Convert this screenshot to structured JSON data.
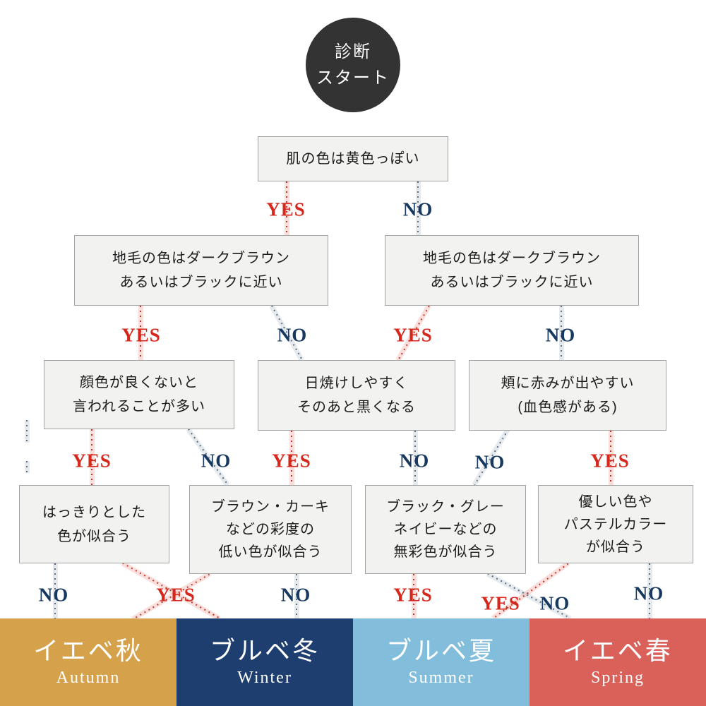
{
  "start": {
    "label": "診断\nスタート"
  },
  "labels": {
    "yes": "YES",
    "no": "NO"
  },
  "questions": {
    "q1": "肌の色は黄色っぽい",
    "q2_left": "地毛の色はダークブラウン\nあるいはブラックに近い",
    "q2_right": "地毛の色はダークブラウン\nあるいはブラックに近い",
    "q3_left": "顔色が良くないと\n言われることが多い",
    "q3_mid": "日焼けしやすく\nそのあと黒くなる",
    "q3_right": "頬に赤みが出やすい\n(血色感がある)",
    "q4_vivid": "はっきりとした\n色が似合う",
    "q4_brown": "ブラウン・カーキ\nなどの彩度の\n低い色が似合う",
    "q4_mono": "ブラック・グレー\nネイビーなどの\n無彩色が似合う",
    "q4_pastel": "優しい色や\nパステルカラー\nが似合う"
  },
  "results": [
    {
      "jp": "イエベ秋",
      "en": "Autumn",
      "color": "#d5a14b"
    },
    {
      "jp": "ブルベ冬",
      "en": "Winter",
      "color": "#1e3e6f"
    },
    {
      "jp": "ブルベ夏",
      "en": "Summer",
      "color": "#83bddc"
    },
    {
      "jp": "イエベ春",
      "en": "Spring",
      "color": "#d9615a"
    }
  ],
  "colors": {
    "yes": "#d5271b",
    "no": "#17395f",
    "start_bg": "#333333",
    "box_bg": "#f2f2f0",
    "box_border": "#a3a3a3"
  }
}
